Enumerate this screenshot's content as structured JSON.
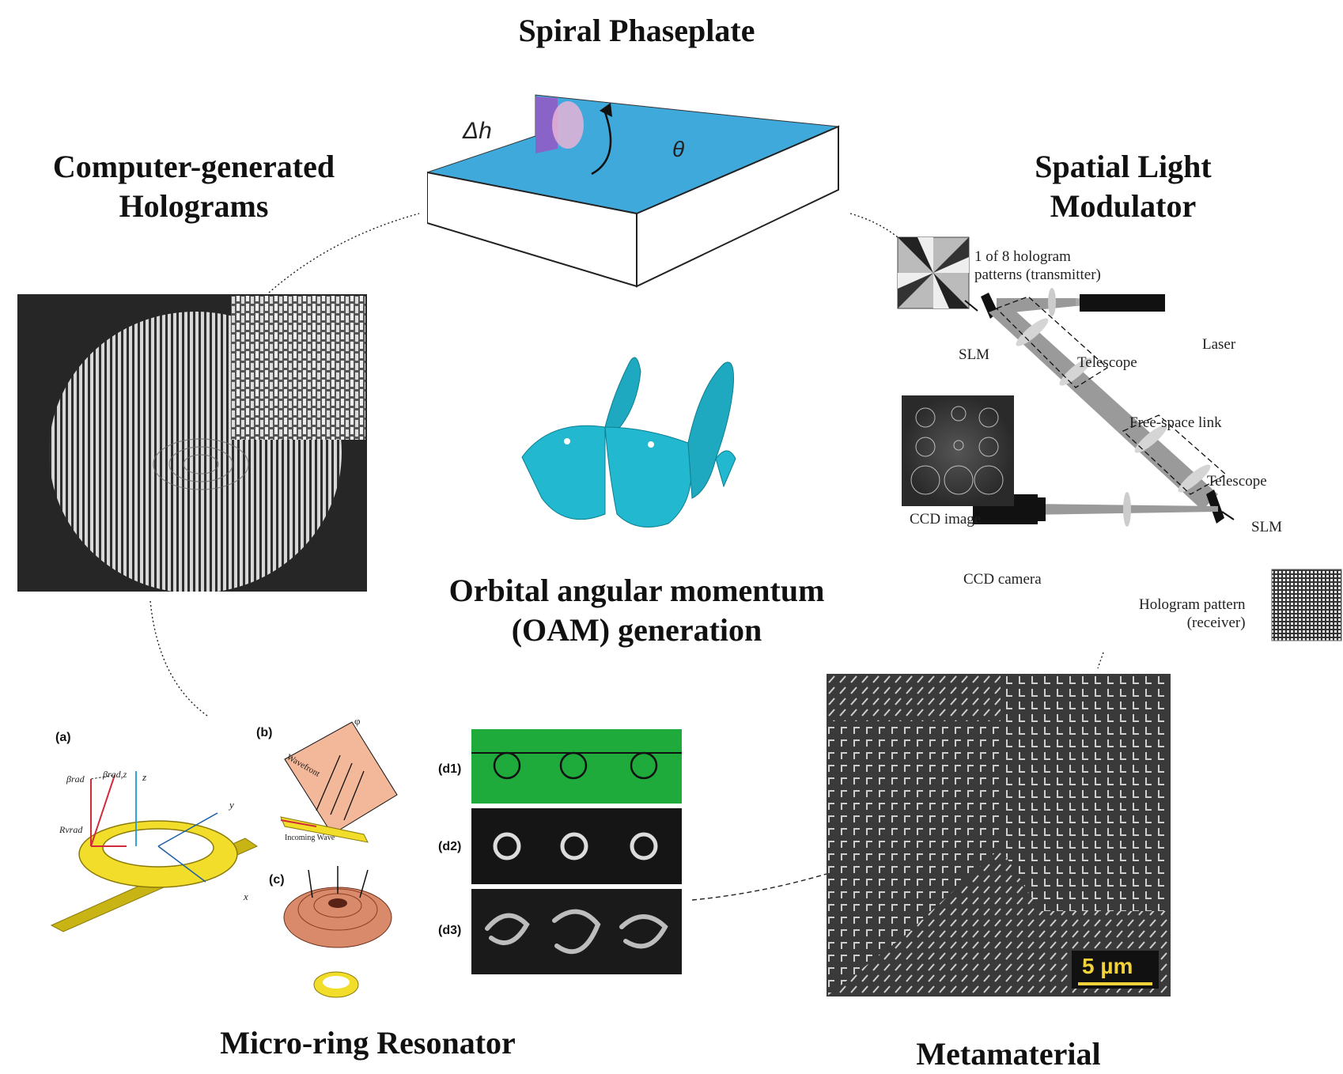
{
  "titles": {
    "spiral": "Spiral Phaseplate",
    "cgh_line1": "Computer-generated",
    "cgh_line2": "Holograms",
    "slm_line1": "Spatial Light",
    "slm_line2": "Modulator",
    "oam_line1": "Orbital angular momentum",
    "oam_line2": "(OAM) generation",
    "ring": "Micro-ring Resonator",
    "meta": "Metamaterial"
  },
  "spiral_panel": {
    "delta_h": "Δh",
    "theta": "θ"
  },
  "slm_panel": {
    "hologram_tx_line1": "1 of 8 hologram",
    "hologram_tx_line2": "patterns (transmitter)",
    "slm_top": "SLM",
    "laser": "Laser",
    "telescope_1": "Telescope",
    "free_space": "Free-space link",
    "telescope_2": "Telescope",
    "slm_bottom": "SLM",
    "ccd_image": "CCD image",
    "ccd_camera": "CCD camera",
    "hologram_rx_line1": "Hologram pattern",
    "hologram_rx_line2": "(receiver)"
  },
  "ring_panel": {
    "label_a": "(a)",
    "label_b": "(b)",
    "label_c": "(c)",
    "label_d1": "(d1)",
    "label_d2": "(d2)",
    "label_d3": "(d3)",
    "axis_z": "z",
    "axis_y": "y",
    "axis_x": "x",
    "beta_rad": "βrad",
    "beta_rad_z": "βrad,z",
    "r_nu": "Rνrad",
    "phi": "φ",
    "wavefront": "Wavefront",
    "incoming_wave": "Incoming Wave"
  },
  "meta_panel": {
    "scale_bar": "5 µm"
  },
  "colors": {
    "phaseplate_top": "#3fa9dc",
    "phaseplate_step": "#8a63c9",
    "oam_helix": "#22b8cf",
    "ring_gold": "#f2dd2a",
    "d1_green": "#1faa3c",
    "scale_bar": "#f2d23a"
  }
}
